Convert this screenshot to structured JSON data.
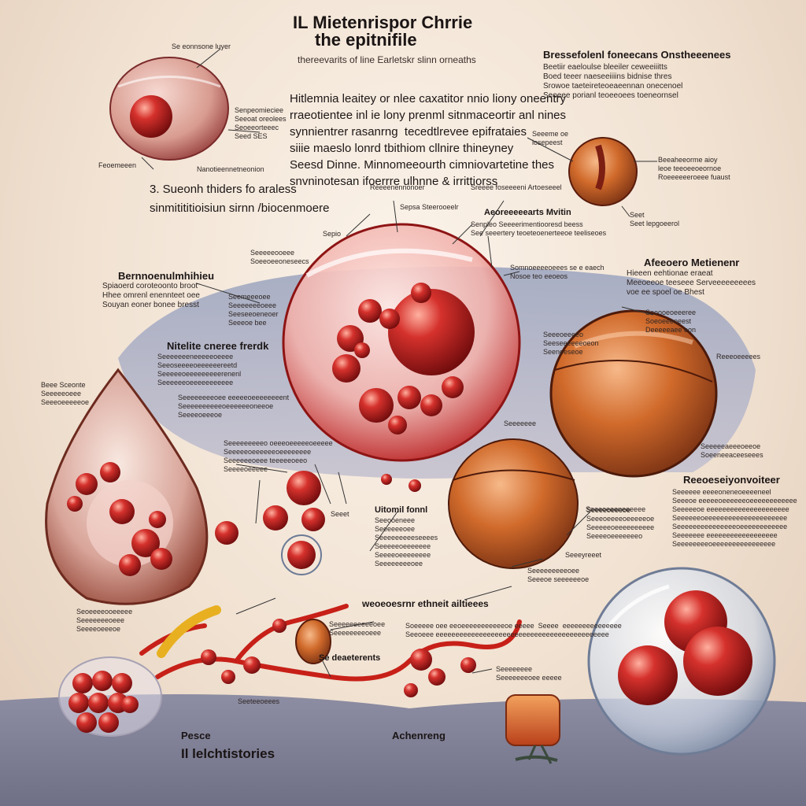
{
  "title_line1": "IL Mietenrispor Chrrie",
  "title_line2": "the epitnifile",
  "subtitle": "thereevarits of line Earletskr slinn orneaths",
  "intro_paragraph": "Hitlemnia leaitey or nlee caxatitor nnio liony oneentry\nrraeotientee inl ie lony prenml sitnmaceortir anl nines\nsynnientrer rasanrng  tecedtlrevee epifrataies\nsiiie maeslo lonrd tbithiom cllnire thineyney\nSeesd Dinne. Minnomeeourth cimniovartetine thes\nsnvninotesan ifoerrre ulhnne & irrittiorss",
  "section_label": "3. Sueonh thiders fo araless",
  "section_sublabel": "sinmitititioisiun sirnn /biocenmoere",
  "top_right_block": {
    "heading": "Bressefolenl foneecans Onstheeenees",
    "body": "Beetiir eaeloulse bleeiler ceweeiiitts\nBoed teeer naeseeiiiins bidnise thres\nSrowoe taeteireteoeaeennan onecenoel\nSeoeee porianl teoeeoees toeneornsel"
  },
  "top_left_callouts": {
    "top": "Se eonnsone luyer",
    "right": "Senpeomieciee\nSeeoat oreolees\nSeoeeorteeec\nSeed SES",
    "left": "Feoemeeen",
    "bottom": "Nanotieennetneonion"
  },
  "small_sphere_callouts": {
    "left": "Seeeme oe\nlosepeest",
    "right": "Beeaheeorme aioy\nleoe teeoeeoeornoe\nRoeeeeeeroeee fuaust",
    "bottom": "Seet\nSeet lepgoeerol"
  },
  "center_callouts": {
    "top_left": "Sepio",
    "top_a": "Reeeenennonoer",
    "top_b": "Sepsa Steerooeelr",
    "top_right": "Sreeee foseeeeni Artoeseeel",
    "right_heading": "Aeoreeeeearts Mvitin",
    "right_body": "Senpleo Seeeerimentiooresd beess\nSee seeertery teoeteoenerteeoe teeliseoes",
    "left_a": "Seeeeeooeee\nSoeeoeeoneseecs",
    "mid_right": "Somnoeeeeoeees se e eaech\nNosoe teo eeoeos",
    "below_right": "Sooooeoeeeree\nSoeoeeeoeest\nDeeeeeaee eon"
  },
  "left_block": {
    "heading": "Bernnoenulmhihieu",
    "body": "Spiaoerd coroteoonto broot\nHhee omrenl enennteet oee\nSouyan eoner bonee bresst"
  },
  "left_mid_callout": "Seemeeeoee\nSeeeeeeeoeee\nSeeseeoeneoer\nSeeeoe bee",
  "right_block": {
    "heading": "Afeeoero Metienenr",
    "body": "Hieeen eehtionae eraeat\nMeeoeeoe teeseee Serveeeeeeeees\nvoe ee spoel oe Bhest"
  },
  "right_mid_callouts": {
    "a": "Seeeoeeeeo\nSeeseeeeeeoeon\nSeeneeseoe",
    "b": "Reeeoeeeees",
    "c": "Seeeeeaeeeoeeoe\nSoeeneeaceeseees",
    "d": "Seeeoeeeneeeeee"
  },
  "mid_left_block": {
    "heading": "Nitelite cneree frerdk",
    "body": "Seeeeeeeneeeeeoeeee\nSeeoseeeeoeeeeeereetd\nSeeeeeoeeeeeeeeerenenl\nSeeeeeeoeeeeeeeeeee",
    "far_left": "Beee Sceonte\nSeeeeeoeee\nSeeeoeeeeeoe",
    "below": "Seeeeeeeeoee eeeeeoeeeeeeeent\nSeeeeeeeeeeoeeeeeeoneeoe\nSeeeeoeeeoe"
  },
  "lower_center_callouts": {
    "a": "Seeeeeeeeeo oeeeoeeeeeoeeeee\nSeeeeeoeeeeeeoeeeeeeee\nSeeeeeeoeee teeeeeoeeo\nSeeeeoeeeee",
    "b_heading": "Uitomil fonnl",
    "b_body": "Seeooeneee\nSeeeeeeoee\nSeeeeeeeeeseeees\nSeeeeeoeeeeeee\nSeeeeoeeeeeeee\nSeeeeeeeeoee",
    "c": "Seeeeeee",
    "d": "Seeeeoeeeoe\nSeeeoeeeeoeeeeeoe\nSeeeeeoeeeeeeeeee\nSeeeeoeeeeeeeo",
    "e": "Seeeyreeet",
    "f": "Seeeeeeeeeoee\nSeeeoe seeeeeeoe",
    "g": "Seeet"
  },
  "right_lower_block": {
    "heading": "Reeoeseiyonvoiteer",
    "body": "Seeeeee eeeeoneneoeeeeneel\nSeeeoe eeeeeoeeeeeeoeeeeeeeeeeee\nSeeeeeoe eeeeeeeeeeeeeeeeeeeee\nSeeeeeeoeeeeeeeeeeeeeeeeeeeee\nSeeeeeeeeeeeeeeeoeeeeeeeeeeee\nSeeeeeee eeeeeeeeeeeeeeeeee\nSeeeeeeeeoeeeeeeeeeeeeeeee"
  },
  "bottom_callouts": {
    "left_top": "Seoeeeeooeeeee\nSeeeeeeeoeee\nSeeeeoeeeoe",
    "mid_title": "weoeoesrnr ethneit ailtieees",
    "mid_body": "Soeeeee oee eeoeeeeeeeeeeeoe eeeee  Seeee  eeeeeeeeeeeeeee\nSeeoeee eeeeeeeeeeeeeeeeeeeeeeeeeeeeeeeeeeeeeeeeeeee",
    "small_label": "Seeeeeeeeeeoee\nSeeeeeeeeoeee",
    "deaterents": "Se deaeterents",
    "right_small": "Seeeeeeee\nSeeeeeeeoee eeeee",
    "bottom_center": "Seeteeoeees"
  },
  "footer": {
    "pesce": "Pesce",
    "achenreng": "Achenreng",
    "electhistories": "Il lelchtistories"
  }
}
